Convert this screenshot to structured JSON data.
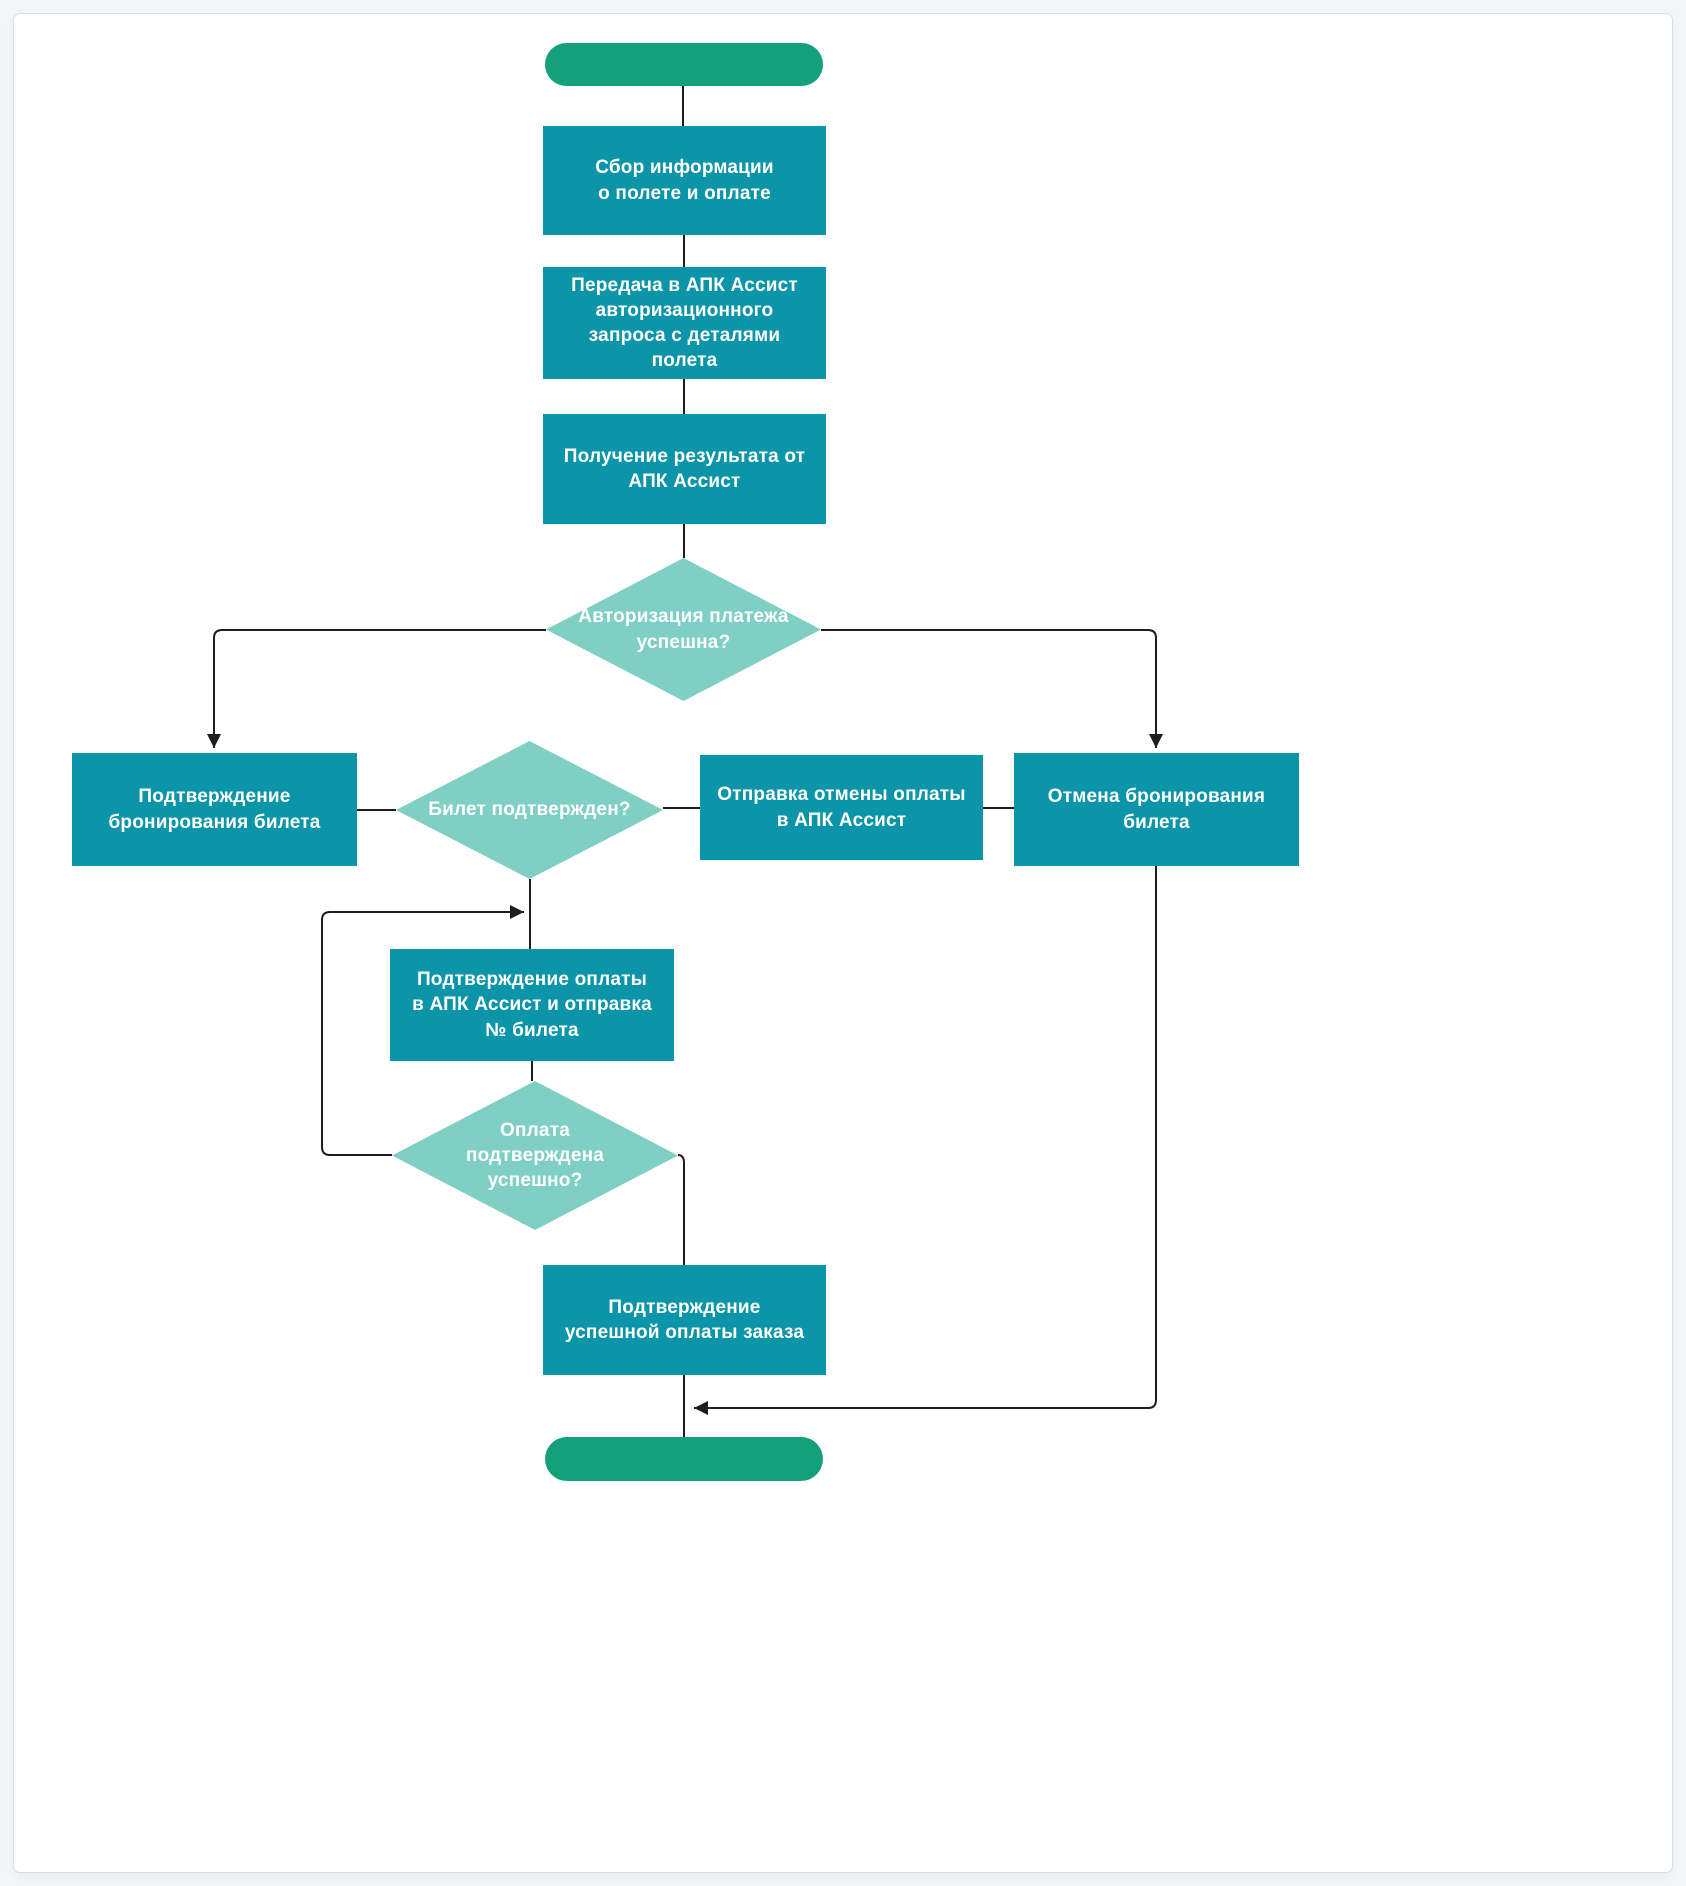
{
  "colors": {
    "process": "#0c94a8",
    "decision": "#7fcfc4",
    "terminator": "#14a07b",
    "line": "#1d1d1f",
    "label": "#ffffff",
    "page_bg": "#ffffff",
    "canvas_bg": "#f5f6f7"
  },
  "diagram": {
    "nodes": {
      "start": {
        "type": "terminator",
        "label": ""
      },
      "collect_info": {
        "type": "process",
        "label": "Сбор информации\nо полете и оплате"
      },
      "send_auth_request": {
        "type": "process",
        "label": "Передача в АПК Ассист\nавторизационного\nзапроса с деталями\nполета"
      },
      "receive_result": {
        "type": "process",
        "label": "Получение результата от\nАПК Ассист"
      },
      "auth_success": {
        "type": "decision",
        "label": "Авторизация платежа\nуспешна?"
      },
      "confirm_booking": {
        "type": "process",
        "label": "Подтверждение\nбронирования билета"
      },
      "ticket_confirmed": {
        "type": "decision",
        "label": "Билет подтвержден?"
      },
      "send_payment_cancel": {
        "type": "process",
        "label": "Отправка отмены оплаты\nв АПК Ассист"
      },
      "cancel_booking": {
        "type": "process",
        "label": "Отмена бронирования\nбилета"
      },
      "confirm_payment": {
        "type": "process",
        "label": "Подтверждение оплаты\nв АПК Ассист и отправка\n№ билета"
      },
      "payment_confirmed": {
        "type": "decision",
        "label": "Оплата\nподтверждена\nуспешно?"
      },
      "confirm_order_payment": {
        "type": "process",
        "label": "Подтверждение\nуспешной оплаты заказа"
      },
      "end": {
        "type": "terminator",
        "label": ""
      }
    }
  }
}
